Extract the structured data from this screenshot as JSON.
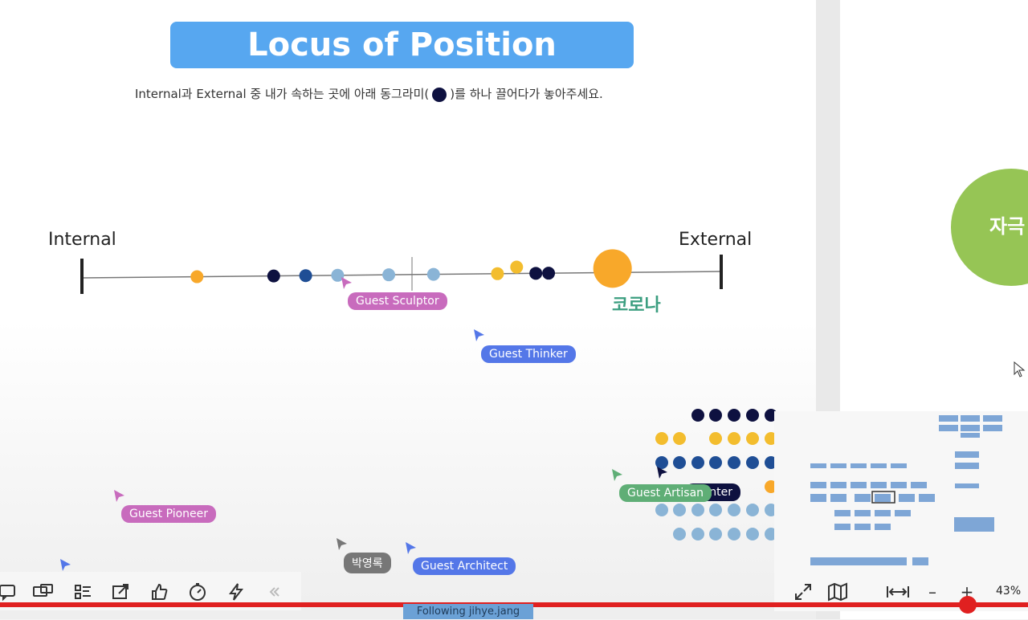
{
  "title": "Locus of Position",
  "instruction": {
    "before": "Internal과 External 중 내가 속하는 곳에 아래 동그라미(",
    "after": ")를 하나 끌어다가 놓아주세요."
  },
  "axis": {
    "left_label": "Internal",
    "right_label": "External"
  },
  "annotation": "코로나",
  "side_circle_label": "자극",
  "colors": {
    "title_bg": "#57a7f0",
    "navy": "#0e1140",
    "blue": "#1f4e95",
    "light_blue": "#8ab4d6",
    "orange": "#f8a82a",
    "yellow": "#f3bd2e",
    "green": "#96c555",
    "corona_text": "#3b9e80",
    "progress": "#e02020"
  },
  "axis_dots": [
    {
      "t": 0.18,
      "color": "orange",
      "size": "small"
    },
    {
      "t": 0.3,
      "color": "navy",
      "size": "small"
    },
    {
      "t": 0.35,
      "color": "blue",
      "size": "small"
    },
    {
      "t": 0.4,
      "color": "light_blue",
      "size": "small"
    },
    {
      "t": 0.48,
      "color": "light_blue",
      "size": "small"
    },
    {
      "t": 0.55,
      "color": "light_blue",
      "size": "small"
    },
    {
      "t": 0.65,
      "color": "yellow",
      "size": "small"
    },
    {
      "t": 0.68,
      "color": "yellow",
      "size": "small"
    },
    {
      "t": 0.71,
      "color": "navy",
      "size": "small"
    },
    {
      "t": 0.73,
      "color": "navy",
      "size": "small"
    },
    {
      "t": 0.83,
      "color": "orange",
      "size": "large"
    }
  ],
  "collaborators": [
    {
      "name": "Guest Sculptor",
      "color": "#c86bbd"
    },
    {
      "name": "Guest Thinker",
      "color": "#5477e8"
    },
    {
      "name": "Guest Pioneer",
      "color": "#c86bbd"
    },
    {
      "name": "박영록",
      "color": "#777777"
    },
    {
      "name": "Guest Architect",
      "color": "#5477e8"
    },
    {
      "name": "Guest Artisan",
      "color": "#5fae76"
    },
    {
      "name": "Painter",
      "color": "#0e1140"
    }
  ],
  "toolbar": {
    "items": [
      {
        "icon": "comment-icon"
      },
      {
        "icon": "chat-icon"
      },
      {
        "icon": "frames-list-icon"
      },
      {
        "icon": "share-screen-icon"
      },
      {
        "icon": "thumbs-up-icon"
      },
      {
        "icon": "timer-icon"
      },
      {
        "icon": "lightning-icon"
      },
      {
        "icon": "collapse-chevrons-icon"
      }
    ]
  },
  "zoom": {
    "level": "43%",
    "fit_icon": "fit-width-icon",
    "minus": "–",
    "plus": "+"
  },
  "following": "Following jihye.jang",
  "video": {
    "progress": 0.94
  }
}
